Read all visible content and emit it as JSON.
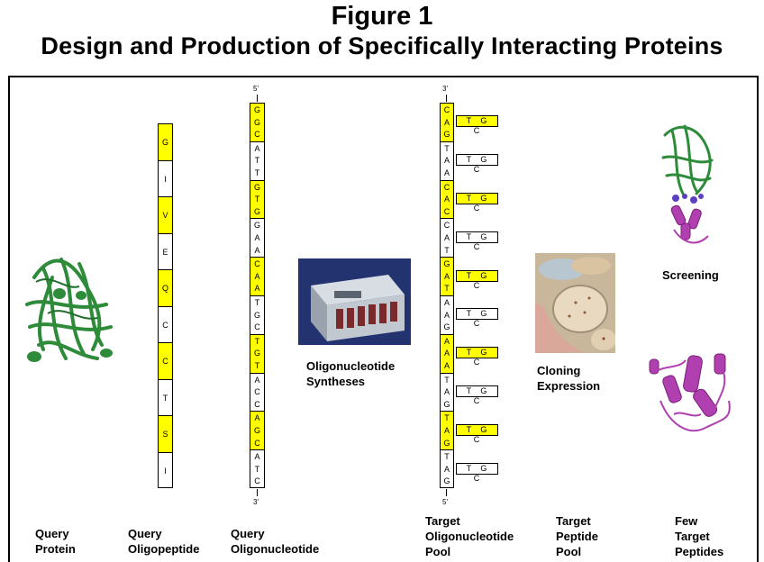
{
  "title": {
    "line1": "Figure 1",
    "line2": "Design and Production of Specifically Interacting Proteins"
  },
  "oligopeptide": [
    {
      "aa": "G",
      "hl": true
    },
    {
      "aa": "I",
      "hl": false
    },
    {
      "aa": "V",
      "hl": true
    },
    {
      "aa": "E",
      "hl": false
    },
    {
      "aa": "Q",
      "hl": true
    },
    {
      "aa": "C",
      "hl": false
    },
    {
      "aa": "C",
      "hl": true
    },
    {
      "aa": "T",
      "hl": false
    },
    {
      "aa": "S",
      "hl": true
    },
    {
      "aa": "I",
      "hl": false
    }
  ],
  "query_nucleotide": {
    "top_end": "5'",
    "bottom_end": "3'",
    "codons": [
      {
        "bases": [
          "G",
          "G",
          "C"
        ],
        "hl": true
      },
      {
        "bases": [
          "A",
          "T",
          "T"
        ],
        "hl": false
      },
      {
        "bases": [
          "G",
          "T",
          "G"
        ],
        "hl": true
      },
      {
        "bases": [
          "G",
          "A",
          "A"
        ],
        "hl": false
      },
      {
        "bases": [
          "C",
          "A",
          "A"
        ],
        "hl": true
      },
      {
        "bases": [
          "T",
          "G",
          "C"
        ],
        "hl": false
      },
      {
        "bases": [
          "T",
          "G",
          "T"
        ],
        "hl": true
      },
      {
        "bases": [
          "A",
          "C",
          "C"
        ],
        "hl": false
      },
      {
        "bases": [
          "A",
          "G",
          "C"
        ],
        "hl": true
      },
      {
        "bases": [
          "A",
          "T",
          "C"
        ],
        "hl": false
      }
    ]
  },
  "target_nucleotide": {
    "top_end": "3'",
    "bottom_end": "5'",
    "side_label": "T G C",
    "codons": [
      {
        "bases": [
          "C",
          "A",
          "G"
        ],
        "hl": true
      },
      {
        "bases": [
          "T",
          "A",
          "A"
        ],
        "hl": false
      },
      {
        "bases": [
          "C",
          "A",
          "C"
        ],
        "hl": true
      },
      {
        "bases": [
          "C",
          "A",
          "T"
        ],
        "hl": false
      },
      {
        "bases": [
          "G",
          "A",
          "T"
        ],
        "hl": true
      },
      {
        "bases": [
          "A",
          "A",
          "G"
        ],
        "hl": false
      },
      {
        "bases": [
          "A",
          "A",
          "A"
        ],
        "hl": true
      },
      {
        "bases": [
          "T",
          "A",
          "G"
        ],
        "hl": false
      },
      {
        "bases": [
          "T",
          "A",
          "G"
        ],
        "hl": true
      },
      {
        "bases": [
          "T",
          "A",
          "G"
        ],
        "hl": false
      }
    ]
  },
  "labels": {
    "oligo_synth": [
      "Oligonucleotide",
      "Syntheses"
    ],
    "cloning": [
      "Cloning",
      "Expression"
    ],
    "screening": "Screening",
    "query_protein": [
      "Query",
      "Protein"
    ],
    "query_oligopeptide": [
      "Query",
      "Oligopeptide"
    ],
    "query_oligonucleotide": [
      "Query",
      "Oligonucleotide"
    ],
    "target_pool": [
      "Target",
      "Oligonucleotide",
      "Pool"
    ],
    "target_peptide_pool": [
      "Target",
      "Peptide",
      "Pool"
    ],
    "few_target": [
      "Few",
      "Target",
      "Peptides"
    ]
  },
  "colors": {
    "highlight": "#ffff00",
    "protein_green": "#2e8b3a",
    "peptide_magenta": "#b040b0"
  }
}
